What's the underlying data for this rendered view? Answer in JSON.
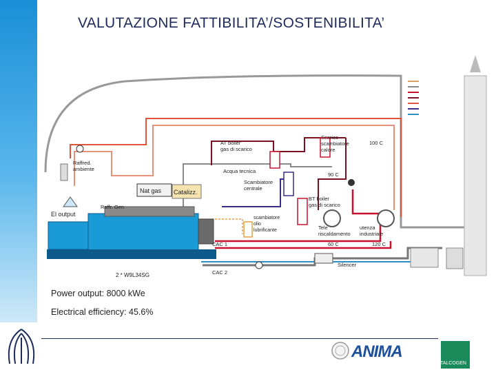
{
  "title": "VALUTAZIONE FATTIBILITA’/SOSTENIBILITA’",
  "diagram_labels": {
    "at_boiler": [
      "AT boiler",
      "gas di scarico"
    ],
    "raffred": [
      "Raffred.",
      "ambiente"
    ],
    "acqua_tecnica": "Acqua tecnica",
    "nat_gas": "Nat gas",
    "catalizz": "Catalizz.",
    "scambiatore_centrale": [
      "Scambiatore",
      "centrale"
    ],
    "el_output": "El output",
    "raffr_gen": "Raffr. Gen",
    "scambiatore_olio": [
      "scambiatore",
      "olio",
      "lubrificante"
    ],
    "scarico": [
      "Scarico",
      "scambiatore",
      "calore"
    ],
    "t100": "100 C",
    "t90": "90 C",
    "bt_boiler": [
      "BT boiler",
      "gas di scarico"
    ],
    "tele_riscaldamento": [
      "Tele",
      "riscaldamento"
    ],
    "utenza_industriale": [
      "utenza",
      "industriale"
    ],
    "t60": "60 C",
    "t120": "120 C",
    "cac1": "CAC 1",
    "cac2": "CAC 2",
    "silencer": "Silencer",
    "engine": "2 * W9L34SG"
  },
  "captions": {
    "power_output": "Power output: 8000 kWe",
    "electrical_efficiency": "Electrical efficiency: 45.6%"
  },
  "footer": {
    "anima": "ANIMA",
    "italcogen": "ITALCOGEN"
  },
  "colors": {
    "hot_line": "#e2533a",
    "red_loop": "#c8102e",
    "dark_loop": "#7a1020",
    "blue_loop": "#2a8fc4",
    "purple_loop": "#3a2a8a",
    "gray_loop": "#8a8a8a",
    "engine": "#1a9ad6",
    "title_text": "#1e2a5a"
  }
}
